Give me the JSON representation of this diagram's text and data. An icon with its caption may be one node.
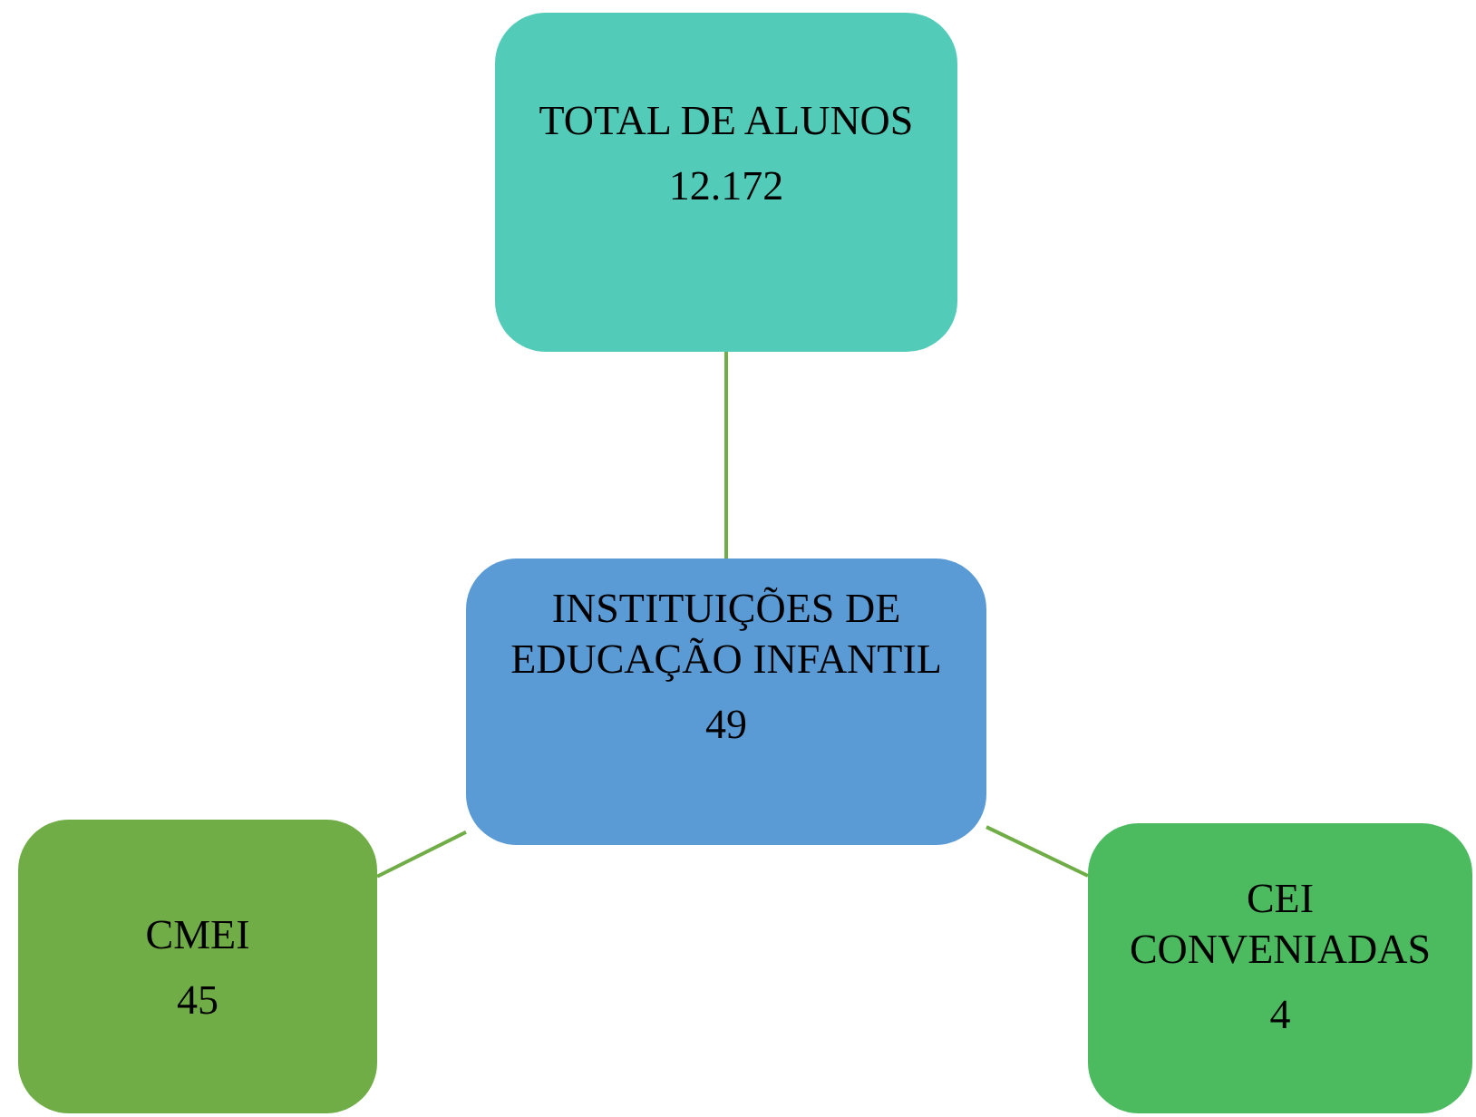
{
  "diagram": {
    "nodes": [
      {
        "text": [
          "TOTAL DE ALUNOS",
          "12.172"
        ]
      },
      {
        "text": [
          "INSTITUIÇÕES DE EDUCAÇÃO INFANTIL",
          "49"
        ]
      },
      {
        "text": [
          "CMEI",
          "45"
        ]
      },
      {
        "text": [
          "CEI CONVENIADAS",
          "4"
        ]
      }
    ],
    "edges": [
      {
        "from": 1,
        "to": 0,
        "arrow": "none"
      },
      {
        "from": 1,
        "to": 2,
        "arrow": "none"
      },
      {
        "from": 1,
        "to": 3,
        "arrow": "none"
      }
    ]
  }
}
